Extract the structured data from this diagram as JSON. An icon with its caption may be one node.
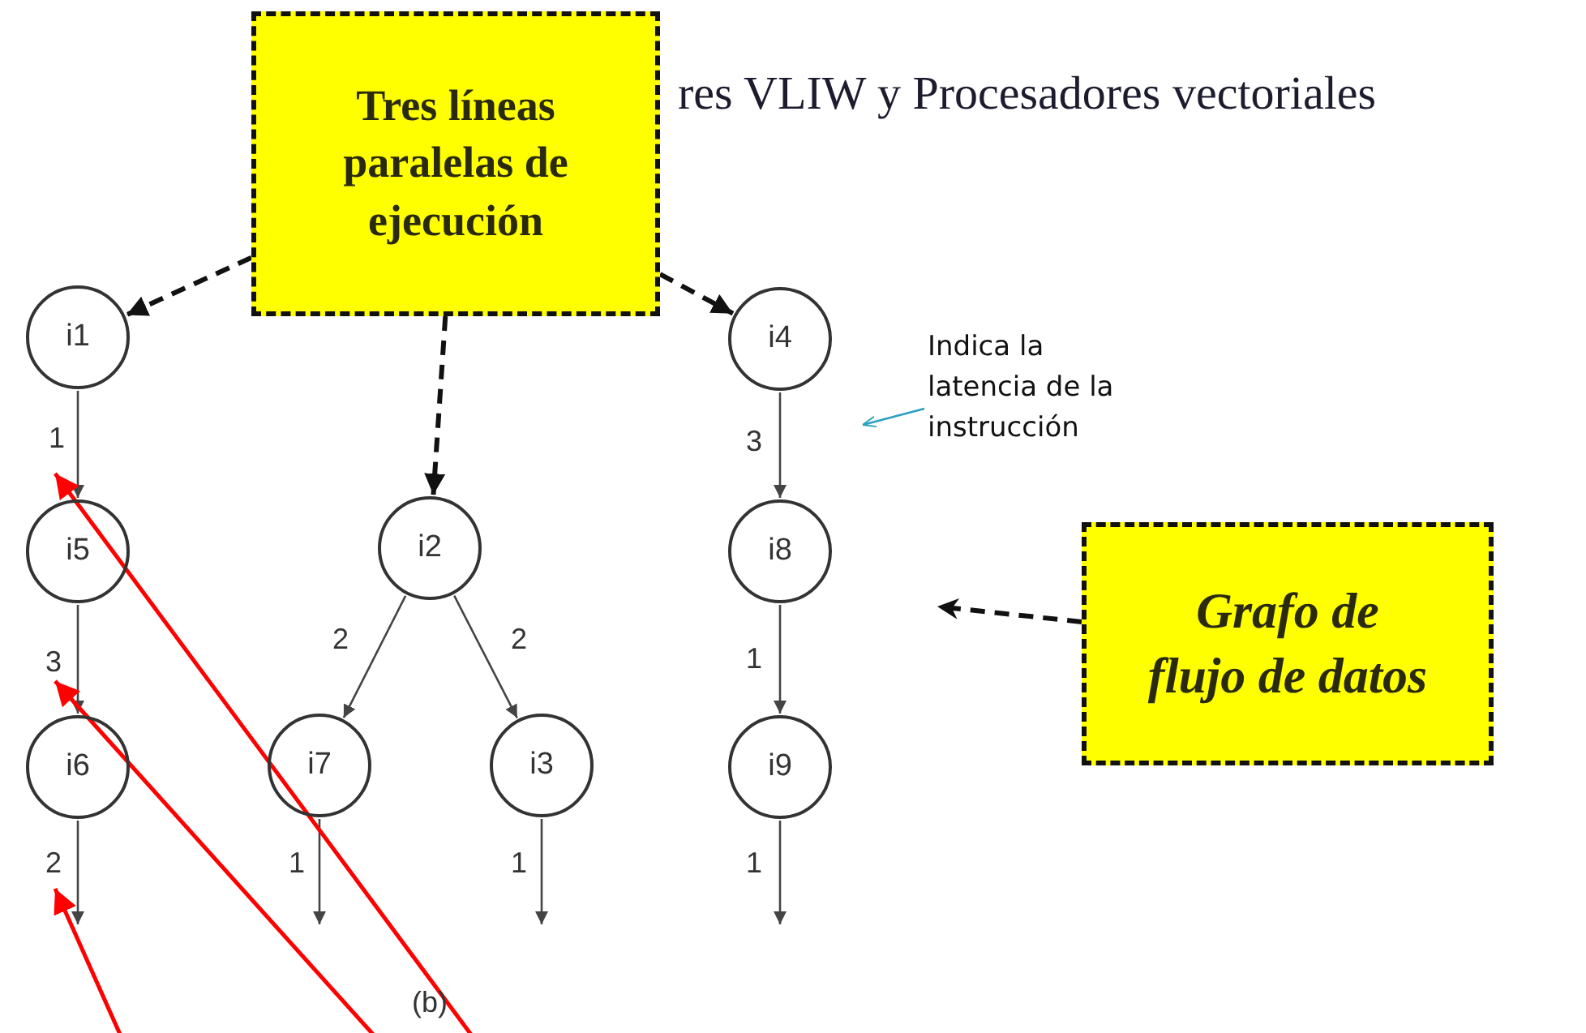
{
  "diagram": {
    "title": "res VLIW y Procesadores vectoriales",
    "nodes": [
      {
        "text": [
          "Tres líneas paralelas de ejecución"
        ]
      },
      {
        "text": [
          "i1"
        ]
      },
      {
        "text": [
          "i4"
        ]
      },
      {
        "text": [
          "Indica la latencia de la instrucción"
        ]
      },
      {
        "text": [
          "i5"
        ]
      },
      {
        "text": [
          "i2"
        ]
      },
      {
        "text": [
          "i8"
        ]
      },
      {
        "text": [
          "Grafo de flujo de datos"
        ]
      },
      {
        "text": [
          "i6"
        ]
      },
      {
        "text": [
          "i7"
        ]
      },
      {
        "text": [
          "i3"
        ]
      },
      {
        "text": [
          "i9"
        ]
      }
    ],
    "edges": [
      {
        "from": 0,
        "to": 1,
        "arrow": "to",
        "style": "dashed"
      },
      {
        "from": 0,
        "to": 5,
        "arrow": "to",
        "style": "dashed"
      },
      {
        "from": 0,
        "to": 2,
        "arrow": "to",
        "style": "dashed"
      },
      {
        "from": 1,
        "to": 4,
        "arrow": "to",
        "label": "1"
      },
      {
        "from": 2,
        "to": 6,
        "arrow": "to",
        "label": "3"
      },
      {
        "from": 4,
        "to": 8,
        "arrow": "to",
        "label": "3"
      },
      {
        "from": 5,
        "to": 9,
        "arrow": "to",
        "label": "2"
      },
      {
        "from": 5,
        "to": 10,
        "arrow": "to",
        "label": "2"
      },
      {
        "from": 6,
        "to": 11,
        "arrow": "to",
        "label": "1"
      },
      {
        "from": 8,
        "to": null,
        "arrow": "to",
        "label": "2"
      },
      {
        "from": 9,
        "to": null,
        "arrow": "to",
        "label": "1"
      },
      {
        "from": 10,
        "to": null,
        "arrow": "to",
        "label": "1"
      },
      {
        "from": 11,
        "to": null,
        "arrow": "to",
        "label": "1"
      },
      {
        "from": 3,
        "to": null,
        "arrow": "to",
        "color": "#2aa0c0"
      },
      {
        "from": 7,
        "to": null,
        "arrow": "to",
        "style": "dashed"
      }
    ],
    "labels": [
      "(b)"
    ]
  }
}
